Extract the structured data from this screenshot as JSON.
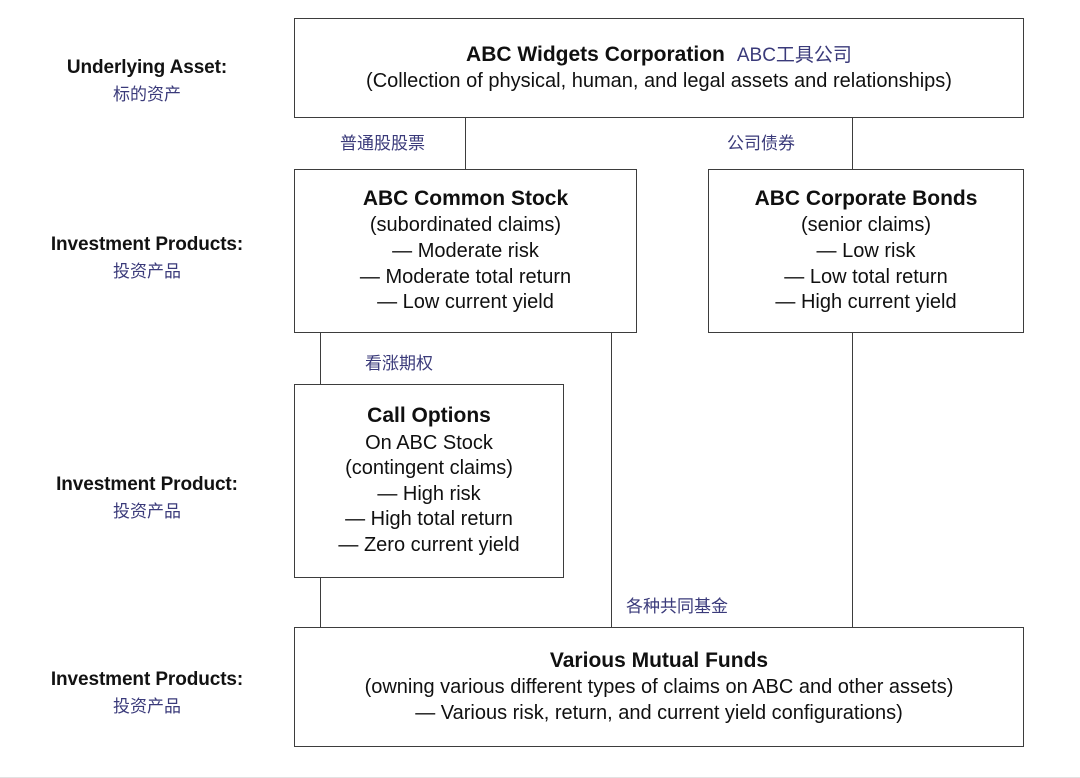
{
  "diagram": {
    "row_labels": [
      {
        "en": "Underlying Asset:",
        "zh": "标的资产"
      },
      {
        "en": "Investment Products:",
        "zh": "投资产品"
      },
      {
        "en": "Investment Product:",
        "zh": "投资产品"
      },
      {
        "en": "Investment Products:",
        "zh": "投资产品"
      }
    ],
    "connector_labels": {
      "common_stock": "普通股股票",
      "corporate_bonds": "公司债券",
      "call_options": "看涨期权",
      "mutual_funds": "各种共同基金"
    },
    "boxes": {
      "underlying_asset": {
        "title": "ABC Widgets Corporation",
        "title_zh": "ABC工具公司",
        "lines": [
          "(Collection of physical, human, and legal assets and relationships)"
        ]
      },
      "common_stock": {
        "title": "ABC Common Stock",
        "lines": [
          "(subordinated claims)",
          "— Moderate risk",
          "— Moderate total return",
          "— Low current yield"
        ]
      },
      "corporate_bonds": {
        "title": "ABC Corporate Bonds",
        "lines": [
          "(senior claims)",
          "— Low risk",
          "— Low total return",
          "— High current yield"
        ]
      },
      "call_options": {
        "title": "Call Options",
        "lines": [
          "On ABC Stock",
          "(contingent claims)",
          "— High risk",
          "— High total return",
          "— Zero current yield"
        ]
      },
      "mutual_funds": {
        "title": "Various Mutual Funds",
        "lines": [
          "(owning various different types of claims on ABC and other assets)",
          "— Various risk, return, and current yield configurations)"
        ]
      }
    },
    "colors": {
      "chinese_text": "#3a3a7a",
      "english_text": "#101010",
      "box_border": "#3d3d3d",
      "background": "#ffffff"
    }
  }
}
